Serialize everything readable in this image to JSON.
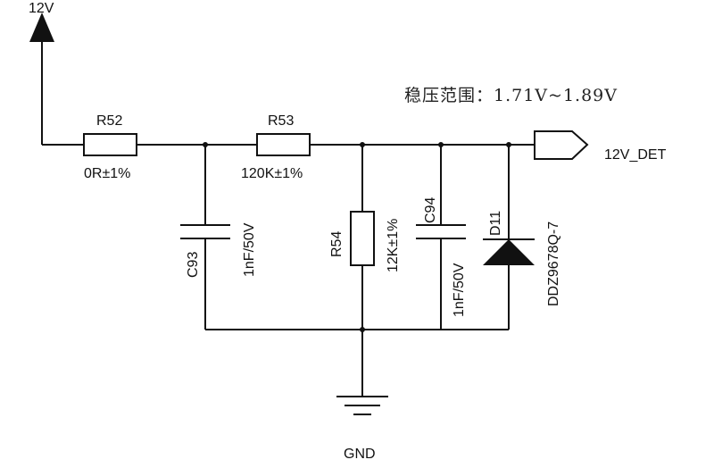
{
  "note": {
    "text": "稳压范围：1.71V~1.89V"
  },
  "supply": {
    "label": "12V"
  },
  "output": {
    "label": "12V_DET"
  },
  "ground": {
    "label": "GND"
  },
  "components": {
    "r52": {
      "ref": "R52",
      "value": "0R±1%"
    },
    "r53": {
      "ref": "R53",
      "value": "120K±1%"
    },
    "r54": {
      "ref": "R54",
      "value": "12K±1%"
    },
    "c93": {
      "ref": "C93",
      "value": "1nF/50V"
    },
    "c94": {
      "ref": "C94",
      "value": "1nF/50V"
    },
    "d11": {
      "ref": "D11",
      "value": "DDZ9678Q-7"
    }
  }
}
